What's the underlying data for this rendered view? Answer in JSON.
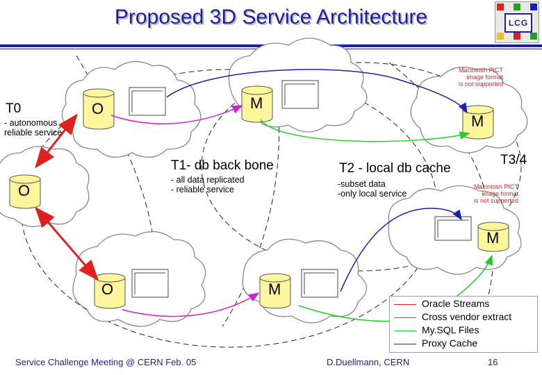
{
  "title": "Proposed 3D Service Architecture",
  "logo": {
    "text": "LCG",
    "icon": "lcg-logo-icon"
  },
  "tiers": {
    "t0": {
      "label": "T0",
      "desc_line1": "- autonomous",
      "desc_line2": "reliable service"
    },
    "t1": {
      "label": "T1- db back bone",
      "desc_line1": "- all data replicated",
      "desc_line2": "- reliable service"
    },
    "t2": {
      "label": "T2 - local db cache",
      "desc_line1": "-subset data",
      "desc_line2": "-only local service"
    },
    "t34": {
      "label": "T3/4"
    }
  },
  "nodes": {
    "o_top": "O",
    "m_top": "M",
    "m_right": "M",
    "o_left": "O",
    "m_mid_right": "M",
    "o_bottom": "O",
    "m_bottom": "M"
  },
  "placeholders": [
    {
      "line1": "Macintosh PICT",
      "line2": "image format",
      "line3": "is not supported"
    },
    {
      "line1": "Macintosh PICT",
      "line2": "image format",
      "line3": "is not supported"
    }
  ],
  "legend": [
    {
      "label": "Oracle Streams",
      "color": "#e0201e"
    },
    {
      "label": "Cross vendor extract",
      "color": "#d020d0"
    },
    {
      "label": "My.SQL Files",
      "color": "#20d020"
    },
    {
      "label": "Proxy Cache",
      "color": "#1b1fb0"
    }
  ],
  "footer": {
    "left": "Service Challenge Meeting @ CERN Feb. 05",
    "center": "D.Duellmann, CERN",
    "page": "16"
  },
  "colors": {
    "title": "#1b1f9e",
    "oracle_streams": "#e0201e",
    "cross_vendor": "#d020d0",
    "mysql_files": "#20d020",
    "proxy_cache": "#1b1fb0",
    "cloud_outline": "#888888"
  }
}
